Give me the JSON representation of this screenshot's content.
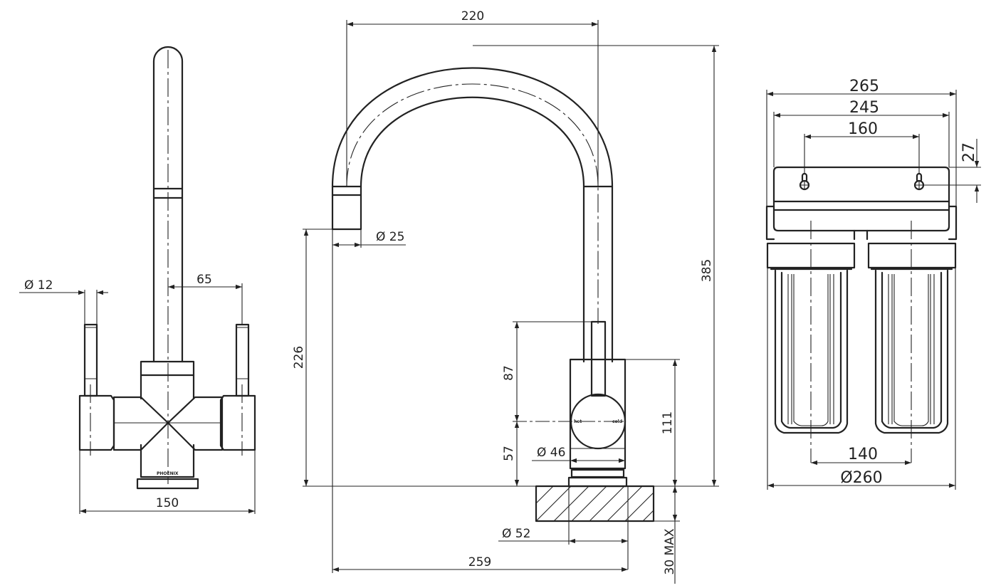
{
  "colors": {
    "line": "#222222",
    "background": "#ffffff"
  },
  "front_view": {
    "dims": {
      "handle_diameter": "Ø 12",
      "handle_spacing": "65",
      "overall_width": "150"
    },
    "brand_label": "PHOENIX"
  },
  "side_view": {
    "dims": {
      "spout_reach": "220",
      "overall_height": "385",
      "outlet_diameter": "Ø 25",
      "outlet_height": "226",
      "lever_height": "87",
      "body_lower_height": "57",
      "body_height": "111",
      "lever_diameter": "Ø 46",
      "base_diameter": "Ø 52",
      "projection": "259",
      "max_deck_thickness": "30 MAX"
    },
    "lever_labels": {
      "hot": "hot",
      "cold": "cold"
    }
  },
  "filter_view": {
    "dims": {
      "bracket_overall_width": "265",
      "bracket_width": "245",
      "mount_hole_spacing": "160",
      "hole_offset": "27",
      "housing_spacing": "140",
      "overall_diameter": "Ø260"
    }
  }
}
